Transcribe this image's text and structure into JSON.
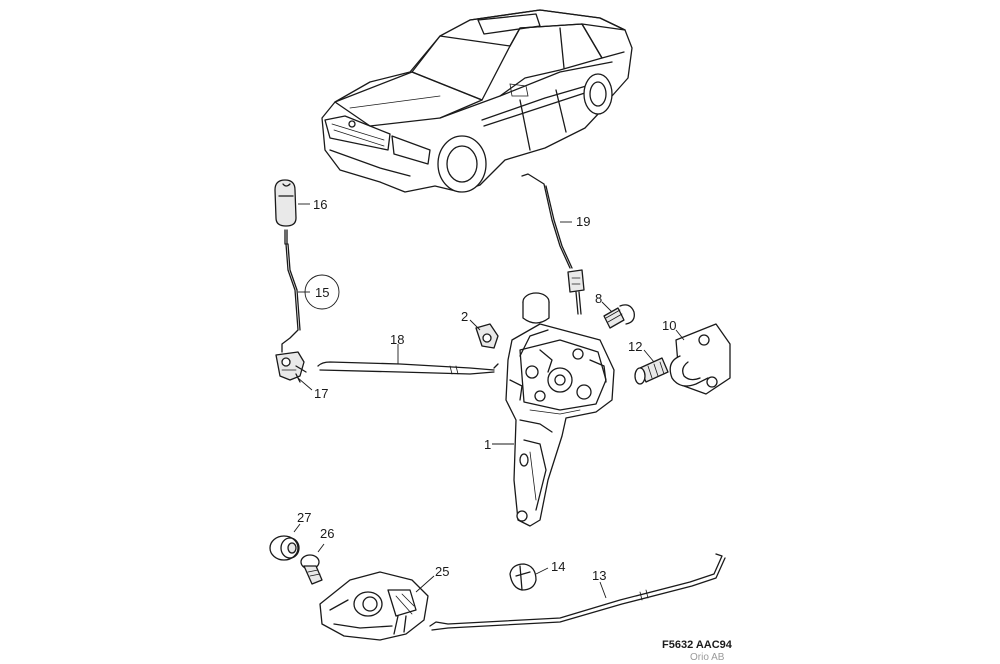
{
  "callouts": {
    "c1": "1",
    "c2": "2",
    "c8": "8",
    "c10": "10",
    "c12": "12",
    "c13": "13",
    "c14": "14",
    "c15": "15",
    "c16": "16",
    "c17": "17",
    "c18": "18",
    "c19": "19",
    "c25": "25",
    "c26": "26",
    "c27": "27"
  },
  "footer": {
    "reference": "F5632 AAC94",
    "credit": "Orio AB"
  }
}
